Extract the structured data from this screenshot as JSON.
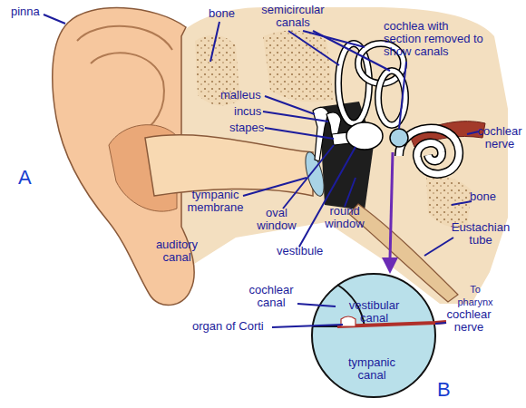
{
  "diagram": {
    "labels": [
      "pinna",
      "bone",
      "semicircular canals",
      "malleus",
      "incus",
      "stapes",
      "cochlea with section removed to show canals",
      "cochlear nerve",
      "A",
      "tympanic membrane",
      "oval window",
      "round window",
      "vestibule",
      "bone",
      "Eustachian tube",
      "To pharynx",
      "auditory canal",
      "cochlear canal",
      "vestibular canal",
      "organ of Corti",
      "cochlear nerve",
      "tympanic canal",
      "B"
    ]
  }
}
